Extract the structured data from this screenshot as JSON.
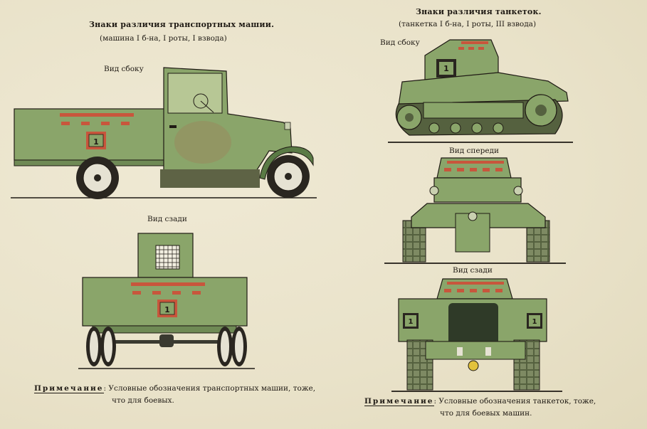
{
  "truck": {
    "title": "Знаки различия транспортных машии.",
    "subtitle": "(машина I б-на, I роты,   I взвода)",
    "side_label": "Вид сбоку",
    "rear_label": "Вид сзади",
    "number": "1",
    "note_head": "Примечание",
    "note_line1": ": Условные обозначения транспортных машии, тоже,",
    "note_line2": "что для боевых."
  },
  "tankette": {
    "title": "Знаки различия танкеток.",
    "subtitle": "(танкетка I б-на, I роты, III взвода)",
    "side_label": "Вид сбоку",
    "front_label": "Вид спереди",
    "rear_label": "Вид сзади",
    "number": "1",
    "note_head": "Примечание",
    "note_line1": ": Условные обозначения танкеток, тоже,",
    "note_line2": "что для боевых машин."
  },
  "colors": {
    "green": "#8aa56a",
    "green_dark": "#6f8a55",
    "stripe_red": "#c8563c",
    "ink": "#1f1a14",
    "paper": "#ece6cf"
  }
}
